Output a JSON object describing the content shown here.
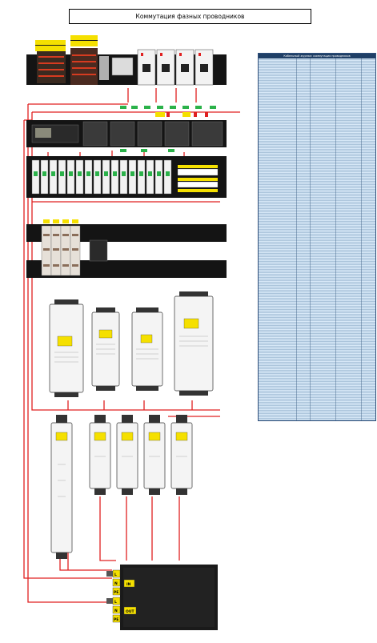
{
  "title": "Коммутация фазных проводников",
  "cable_table": {
    "header": "Кабельный журнал: коммутация проводников"
  },
  "hub": {
    "in_label": "IN",
    "out_label": "OUT",
    "ports_in": [
      "L",
      "N",
      "PE"
    ],
    "ports_out": [
      "L",
      "N",
      "PE"
    ]
  },
  "colors": {
    "wire_red": "#e02020",
    "rack_black": "#141414",
    "breaker_white": "#f2f2f2",
    "label_yellow": "#f5e000",
    "terminal_green": "#2bb24a",
    "psu_body": "#f4f4f4"
  }
}
